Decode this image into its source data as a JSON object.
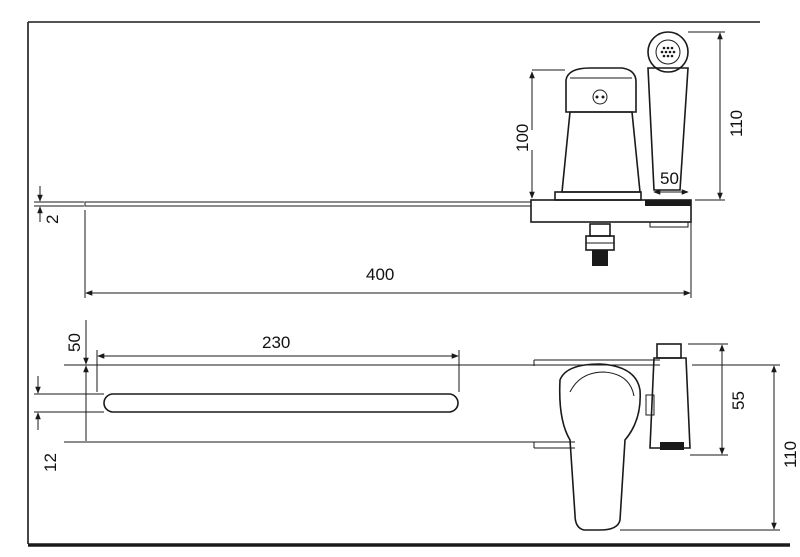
{
  "drawing": {
    "dimensions": {
      "top_width": "400",
      "top_thickness": "2",
      "mixer_height": "100",
      "shower_height": "110",
      "shower_offset": "50",
      "spout_length": "230",
      "side_offset": "50",
      "spout_thickness": "12",
      "shower_depth": "55",
      "overall_depth": "110"
    },
    "stroke_color": "#1a1a1a"
  }
}
